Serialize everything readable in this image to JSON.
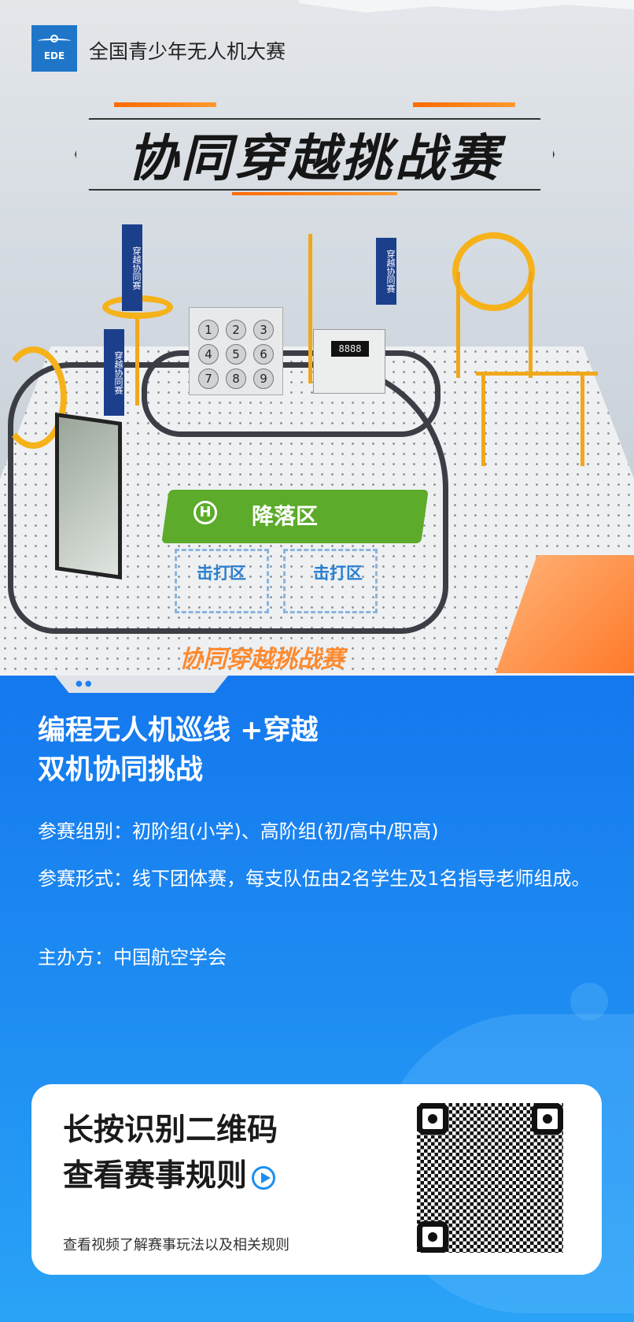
{
  "header": {
    "logo_text": "EDE",
    "org_name": "全国青少年无人机大赛"
  },
  "title": "协同穿越挑战赛",
  "scene": {
    "keypad": [
      "1",
      "2",
      "3",
      "4",
      "5",
      "6",
      "7",
      "8",
      "9"
    ],
    "timer": "8888",
    "flag_text": "穿越协同赛",
    "landing_badge": "H",
    "landing_zone": "降落区",
    "strike_zone_1": "击打区",
    "strike_zone_2": "击打区",
    "floor_text": "协同穿越挑战赛"
  },
  "info": {
    "headline_1": "编程无人机巡线 +穿越",
    "headline_2": "双机协同挑战",
    "groups": "参赛组别：初阶组(小学)、高阶组(初/高中/职高)",
    "format": "参赛形式：线下团体赛，每支队伍由2名学生及1名指导老师组成。",
    "organizer": "主办方：中国航空学会"
  },
  "cta": {
    "line1": "长按识别二维码",
    "line2": "查看赛事规则",
    "subtitle": "查看视频了解赛事玩法以及相关规则"
  },
  "colors": {
    "brand_blue": "#1478ee",
    "accent_orange": "#ff7a1a",
    "landing_green": "#5cab2a"
  }
}
